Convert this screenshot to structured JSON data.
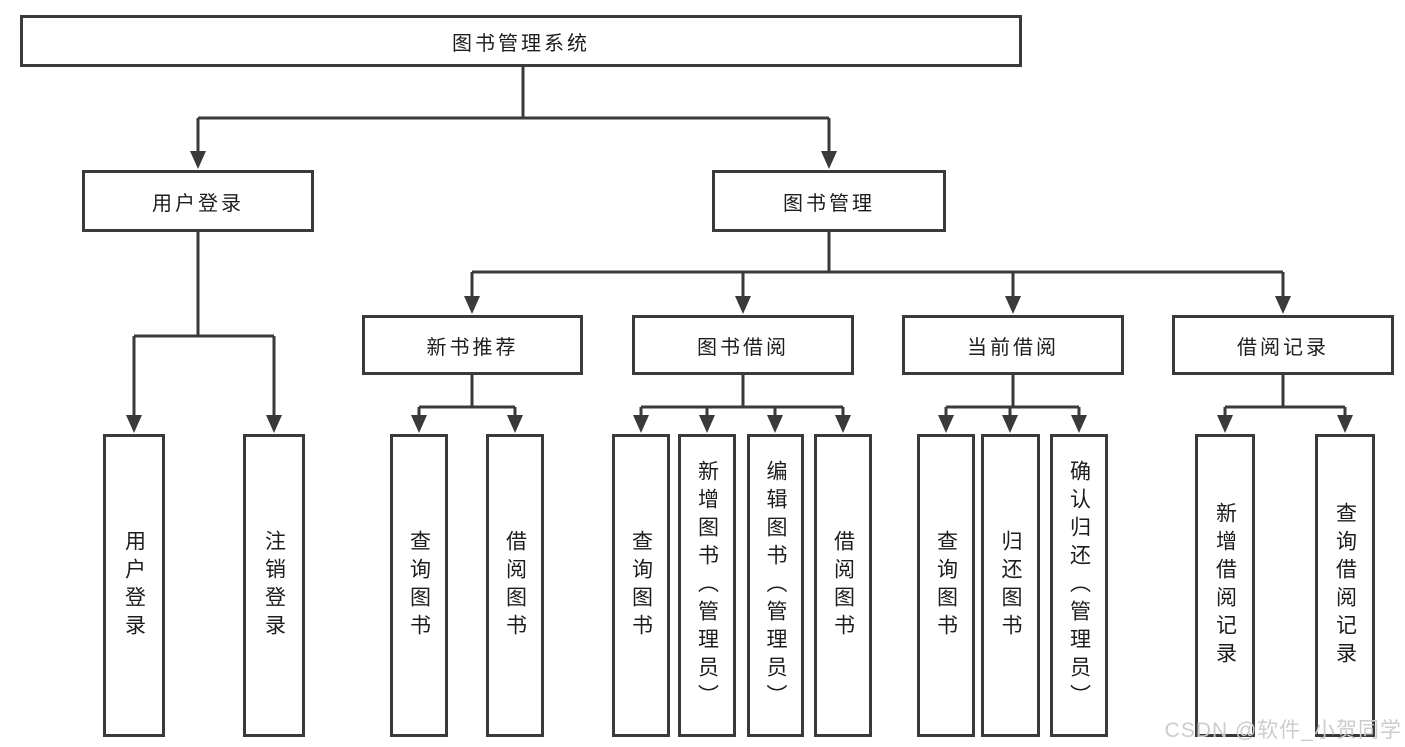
{
  "tree": {
    "label": "图书管理系统",
    "children": [
      {
        "label": "用户登录",
        "children": [
          {
            "label": "用户登录"
          },
          {
            "label": "注销登录"
          }
        ]
      },
      {
        "label": "图书管理",
        "children": [
          {
            "label": "新书推荐",
            "children": [
              {
                "label": "查询图书"
              },
              {
                "label": "借阅图书"
              }
            ]
          },
          {
            "label": "图书借阅",
            "children": [
              {
                "label": "查询图书"
              },
              {
                "label": "新增图书（管理员）"
              },
              {
                "label": "编辑图书（管理员）"
              },
              {
                "label": "借阅图书"
              }
            ]
          },
          {
            "label": "当前借阅",
            "children": [
              {
                "label": "查询图书"
              },
              {
                "label": "归还图书"
              },
              {
                "label": "确认归还（管理员）"
              }
            ]
          },
          {
            "label": "借阅记录",
            "children": [
              {
                "label": "新增借阅记录"
              },
              {
                "label": "查询借阅记录"
              }
            ]
          }
        ]
      }
    ]
  },
  "watermark": "CSDN @软件_小贺同学",
  "colors": {
    "line": "#3a3a3a",
    "box_border": "#3a3a3a",
    "text": "#1d1d1d",
    "watermark": "#cccccc",
    "background": "#ffffff"
  }
}
